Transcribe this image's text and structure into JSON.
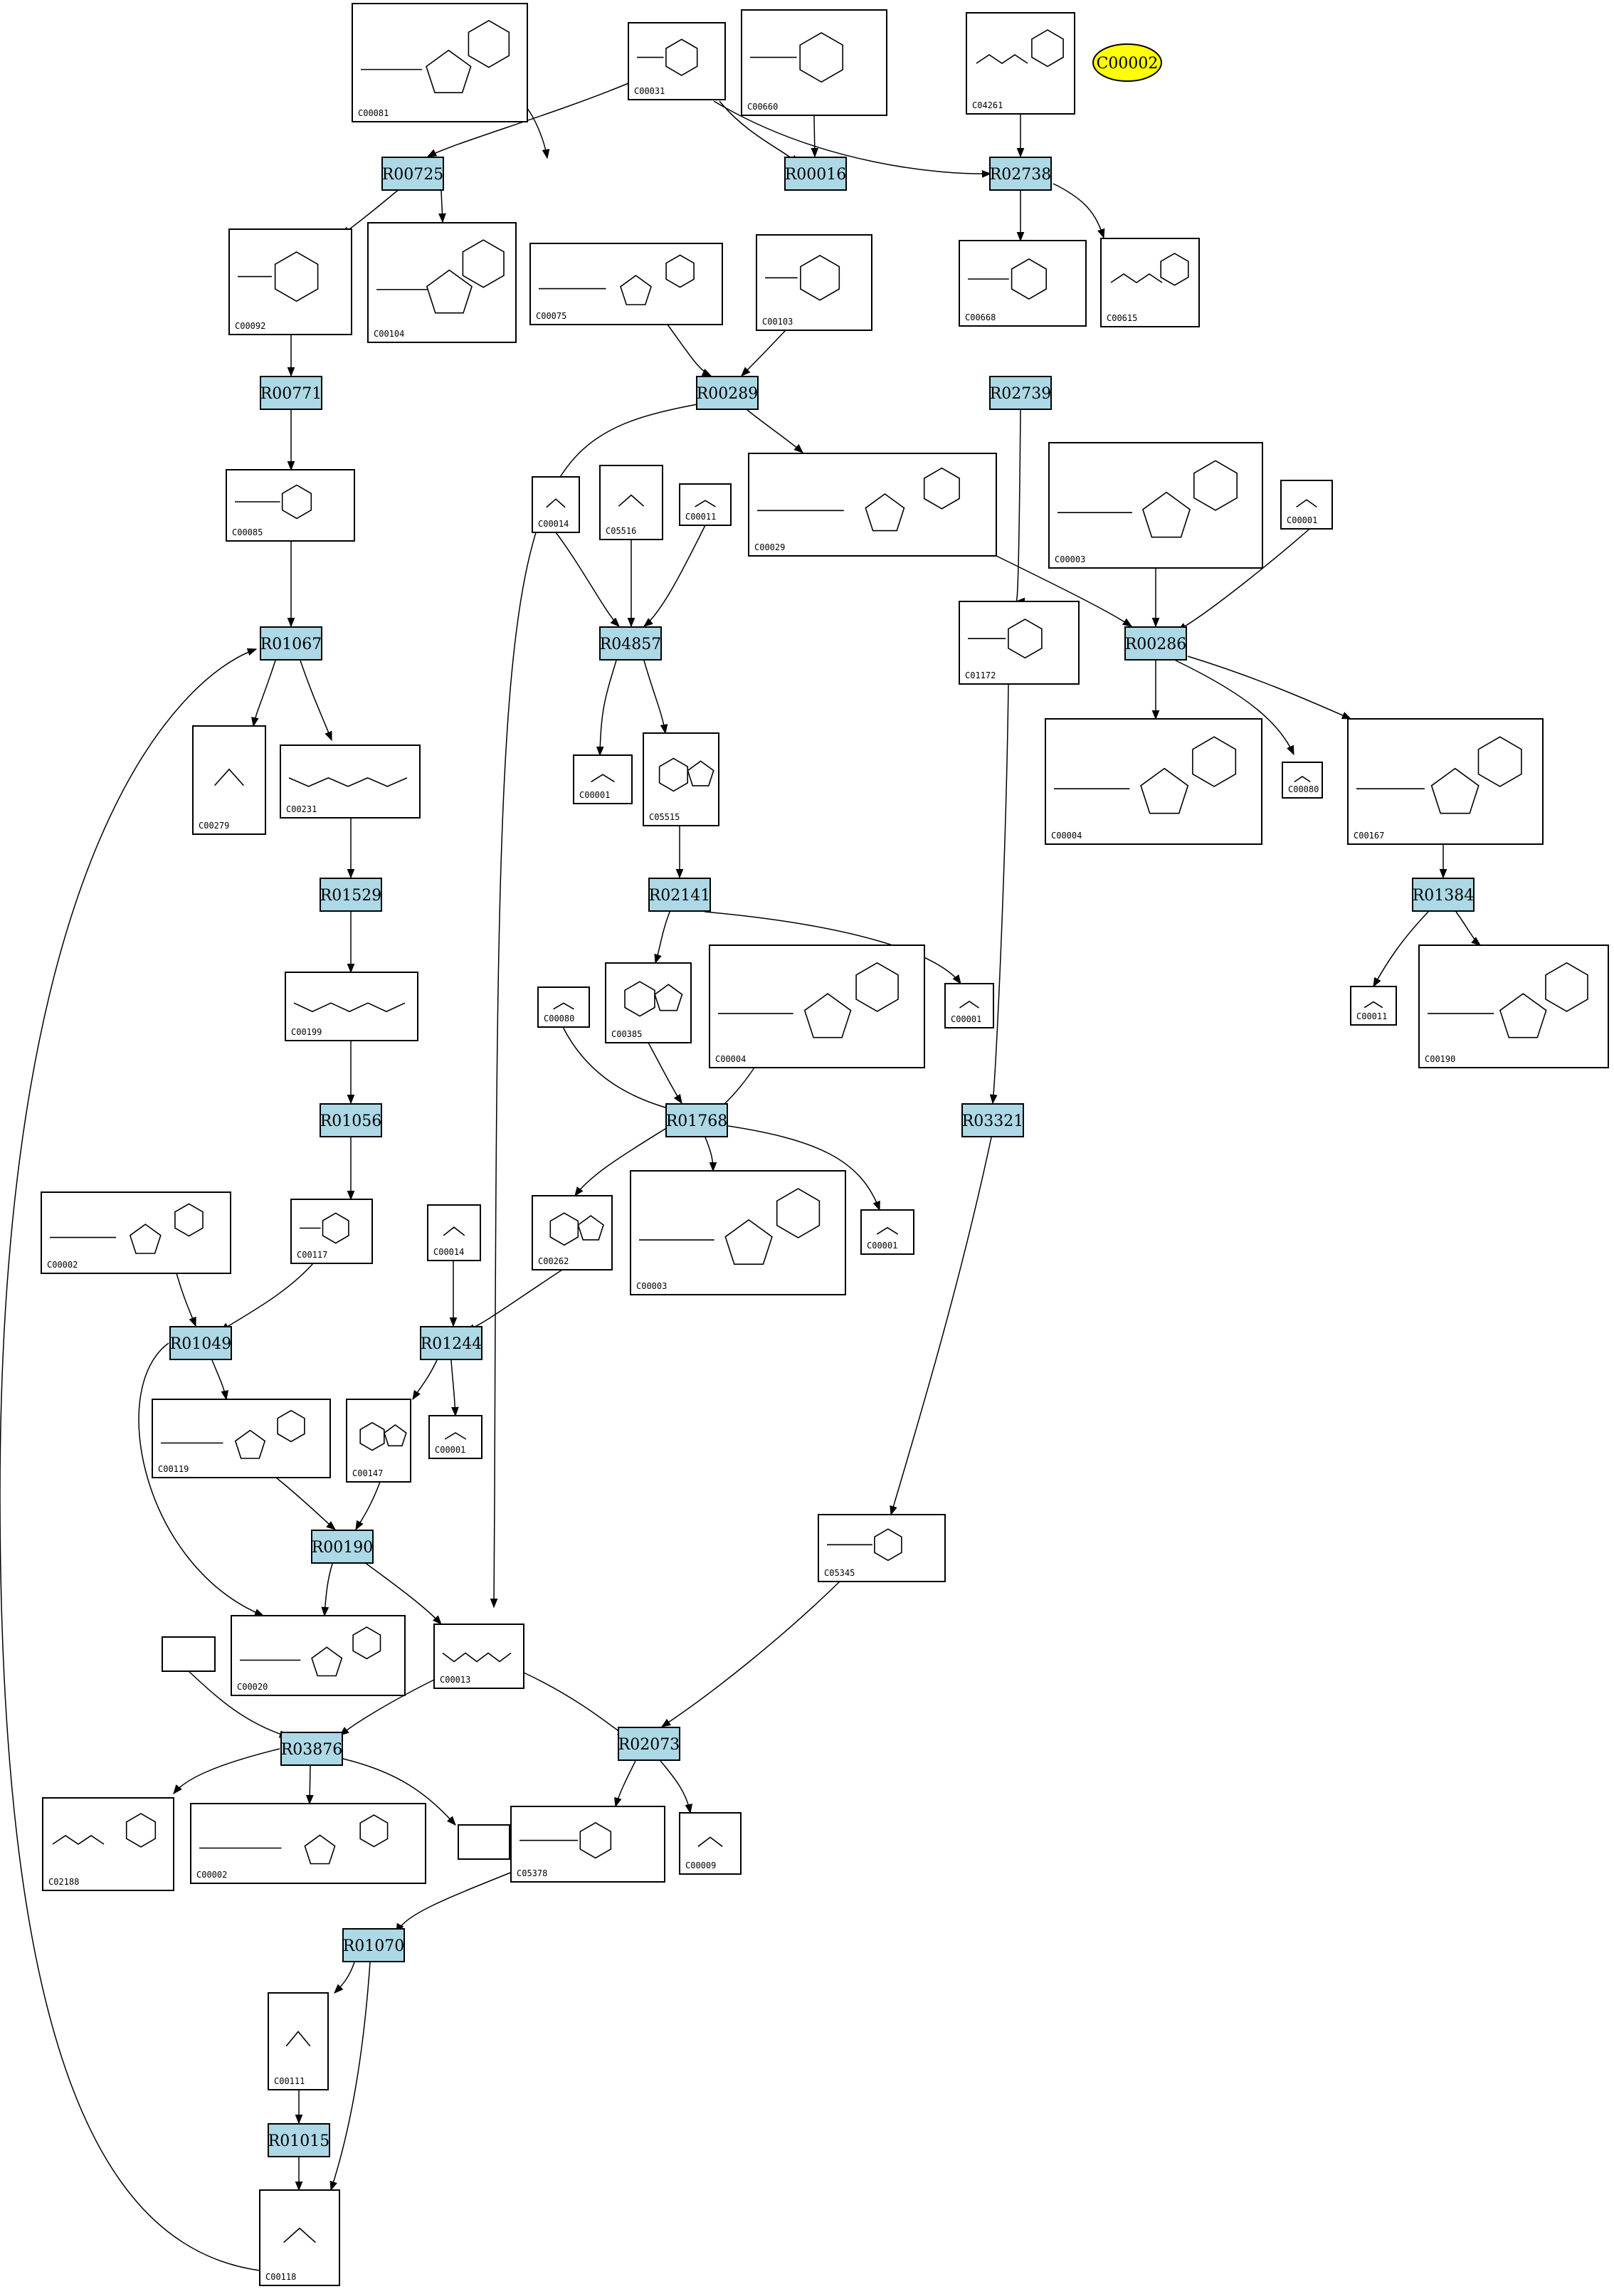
{
  "reactions": [
    {
      "id": "R00725"
    },
    {
      "id": "R00016"
    },
    {
      "id": "R02738"
    },
    {
      "id": "R00771"
    },
    {
      "id": "R00289"
    },
    {
      "id": "R02739"
    },
    {
      "id": "R01067"
    },
    {
      "id": "R04857"
    },
    {
      "id": "R00286"
    },
    {
      "id": "R01529"
    },
    {
      "id": "R02141"
    },
    {
      "id": "R01384"
    },
    {
      "id": "R01056"
    },
    {
      "id": "R01768"
    },
    {
      "id": "R03321"
    },
    {
      "id": "R01049"
    },
    {
      "id": "R01244"
    },
    {
      "id": "R00190"
    },
    {
      "id": "R03876"
    },
    {
      "id": "R02073"
    },
    {
      "id": "R01070"
    },
    {
      "id": "R01015"
    }
  ],
  "compounds": [
    {
      "id": "C00081"
    },
    {
      "id": "C00031"
    },
    {
      "id": "C00660"
    },
    {
      "id": "C04261"
    },
    {
      "id": "C00092"
    },
    {
      "id": "C00104"
    },
    {
      "id": "C00075"
    },
    {
      "id": "C00103"
    },
    {
      "id": "C00668"
    },
    {
      "id": "C00615"
    },
    {
      "id": "C00085"
    },
    {
      "id": "C00014"
    },
    {
      "id": "C05516"
    },
    {
      "id": "C00011"
    },
    {
      "id": "C00029"
    },
    {
      "id": "C00003"
    },
    {
      "id": "C00001"
    },
    {
      "id": "C01172"
    },
    {
      "id": "C00279"
    },
    {
      "id": "C00231"
    },
    {
      "id": "C00001"
    },
    {
      "id": "C05515"
    },
    {
      "id": "C00004"
    },
    {
      "id": "C00080"
    },
    {
      "id": "C00167"
    },
    {
      "id": "C00199"
    },
    {
      "id": "C00080"
    },
    {
      "id": "C00385"
    },
    {
      "id": "C00004"
    },
    {
      "id": "C00001"
    },
    {
      "id": "C00011"
    },
    {
      "id": "C00190"
    },
    {
      "id": "C00002"
    },
    {
      "id": "C00117"
    },
    {
      "id": "C00014"
    },
    {
      "id": "C00262"
    },
    {
      "id": "C00003"
    },
    {
      "id": "C00001"
    },
    {
      "id": "C00119"
    },
    {
      "id": "C00147"
    },
    {
      "id": "C00001"
    },
    {
      "id": "C05345"
    },
    {
      "id": "C00020"
    },
    {
      "id": "C00013"
    },
    {
      "id": "C02188"
    },
    {
      "id": "C00002"
    },
    {
      "id": "C05378"
    },
    {
      "id": "C00009"
    },
    {
      "id": "C00111"
    },
    {
      "id": "C00118"
    }
  ],
  "highlight": {
    "id": "C00002",
    "color": "#ffff00"
  },
  "colors": {
    "reaction_fill": "#add8e6",
    "highlight_fill": "#ffff00"
  }
}
